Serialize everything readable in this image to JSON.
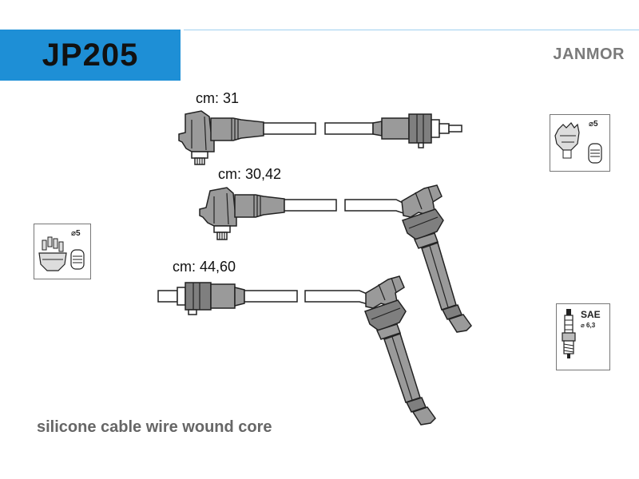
{
  "part_code": "JP205",
  "brand": "JANMOR",
  "cables": [
    {
      "length_label": "cm: 31"
    },
    {
      "length_label": "cm: 30,42"
    },
    {
      "length_label": "cm: 44,60"
    }
  ],
  "footer_text": "silicone cable wire wound core",
  "thumbnails": {
    "distributor_top": {
      "label": "⌀5",
      "icon": "distributor-cap-icon"
    },
    "distributor_left": {
      "label": "⌀5",
      "icon": "distributor-cap-icon"
    },
    "spark_plug": {
      "label": "SAE",
      "sublabel": "⌀ 6,3",
      "icon": "spark-plug-icon"
    }
  },
  "colors": {
    "badge": "#1e8fd6",
    "brand": "#7a7a7a",
    "part_fill": "#9a9a9a",
    "part_stroke": "#222222"
  }
}
